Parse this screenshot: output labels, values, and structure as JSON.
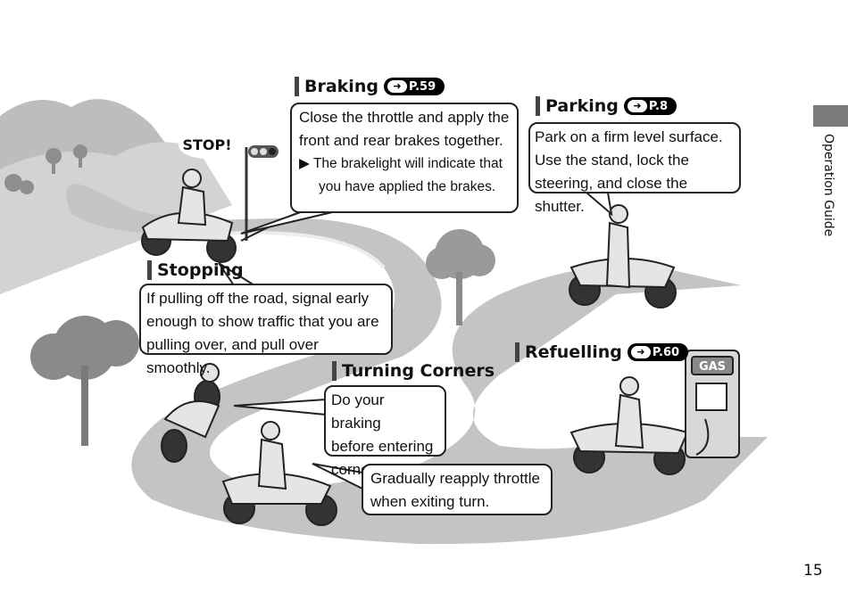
{
  "side_label": "Operation Guide",
  "page_number": "15",
  "stop_sign": "STOP!",
  "braking": {
    "title": "Braking",
    "ref": "P.59",
    "line1": "Close the throttle and apply the",
    "line2": "front and rear brakes together.",
    "sub1": "▶ The brakelight will indicate that",
    "sub2": "you have applied the brakes."
  },
  "parking": {
    "title": "Parking",
    "ref": "P.8",
    "line1": "Park on a firm level surface.",
    "line2": "Use the stand, lock the",
    "line3": "steering, and close the shutter."
  },
  "stopping": {
    "title": "Stopping",
    "line1": "If pulling off the road, signal early",
    "line2": "enough to show traffic that you are",
    "line3": "pulling over, and pull over smoothly."
  },
  "turning": {
    "title": "Turning Corners",
    "line1": "Do your braking",
    "line2": "before entering",
    "line3": "corners.",
    "exit1": "Gradually reapply throttle",
    "exit2": "when exiting turn."
  },
  "refuelling": {
    "title": "Refuelling",
    "ref": "P.60",
    "pump_label": "GAS"
  }
}
